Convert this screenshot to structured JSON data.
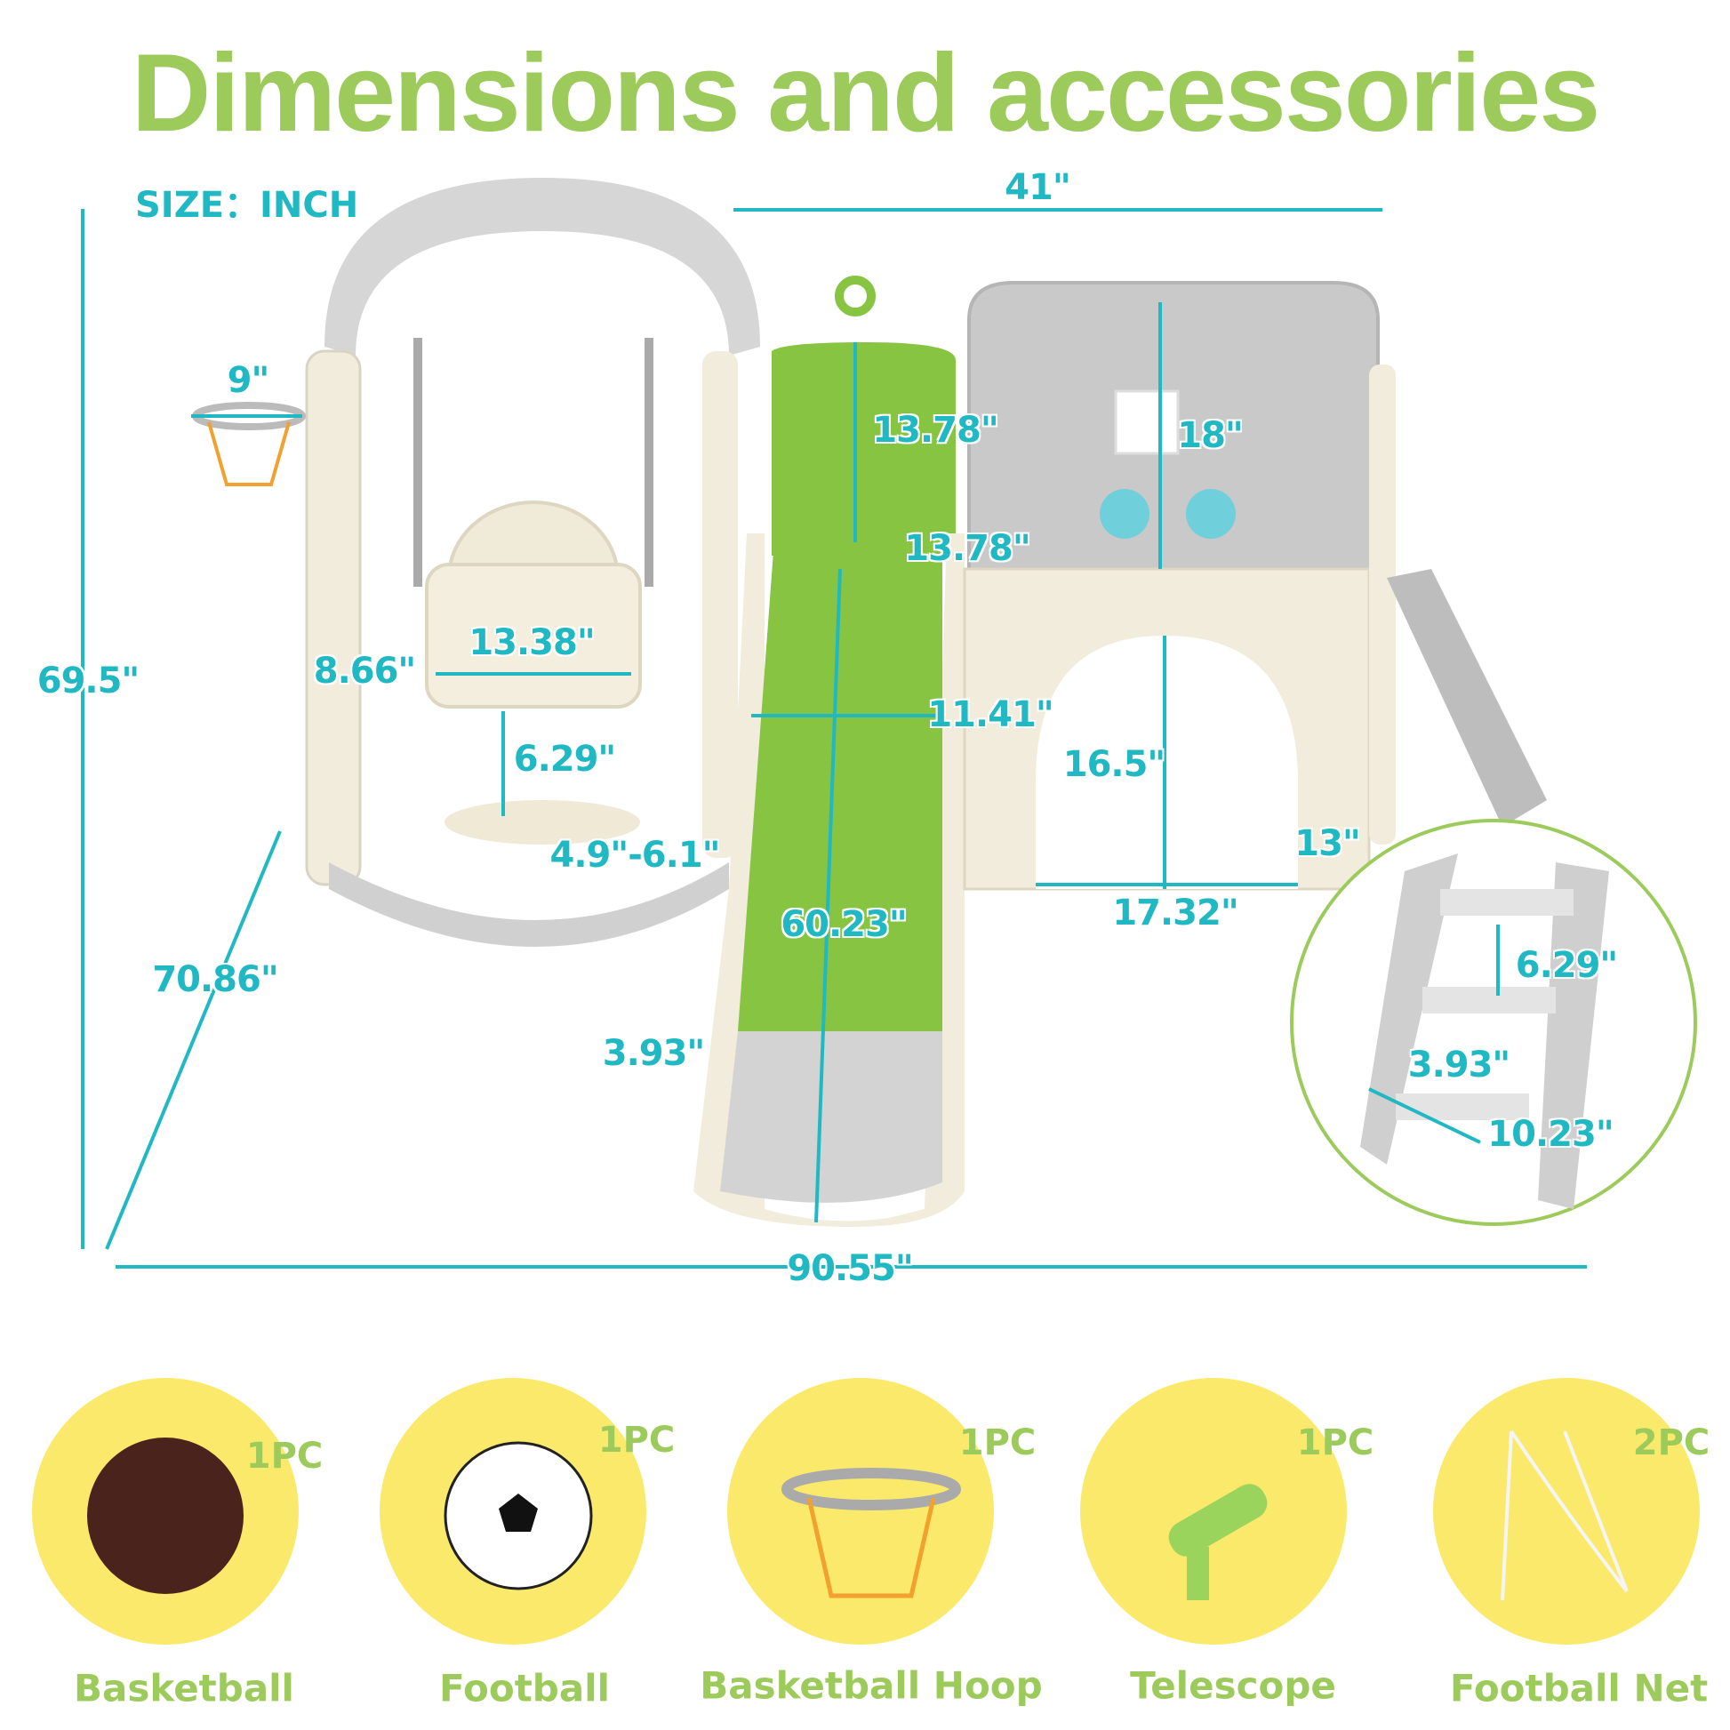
{
  "title": "Dimensions and accessories",
  "unit_label": "SIZE：INCH",
  "colors": {
    "title_green": "#9ccb5c",
    "dimension_teal": "#1fb8c3",
    "flower_yellow": "#fbe96b",
    "slide_green": "#86c441"
  },
  "dimensions": {
    "platform_width": "41\"",
    "hoop_width": "9\"",
    "climb_wall_height": "13.78\"",
    "panel_height": "18\"",
    "rail_height": "13.78\"",
    "seat_width": "13.38\"",
    "seat_depth": "8.66\"",
    "total_height": "69.5\"",
    "slide_width": "11.41\"",
    "seat_backrest": "6.29\"",
    "tunnel_height": "16.5\"",
    "tunnel_depth": "13\"",
    "seat_ground_clearance": "4.9\"-6.1\"",
    "tunnel_width": "17.32\"",
    "slide_length": "60.23\"",
    "step_height": "6.29\"",
    "total_depth": "70.86\"",
    "slide_end_height": "3.93\"",
    "step_depth": "3.93\"",
    "step_width": "10.23\"",
    "total_length": "90.55\""
  },
  "accessories": [
    {
      "name": "Basketball",
      "qty": "1PC",
      "icon": "basketball-icon"
    },
    {
      "name": "Football",
      "qty": "1PC",
      "icon": "football-icon"
    },
    {
      "name": "Basketball Hoop",
      "qty": "1PC",
      "icon": "hoop-icon"
    },
    {
      "name": "Telescope",
      "qty": "1PC",
      "icon": "telescope-icon"
    },
    {
      "name": "Football Net",
      "qty": "2PC",
      "icon": "net-icon"
    }
  ]
}
